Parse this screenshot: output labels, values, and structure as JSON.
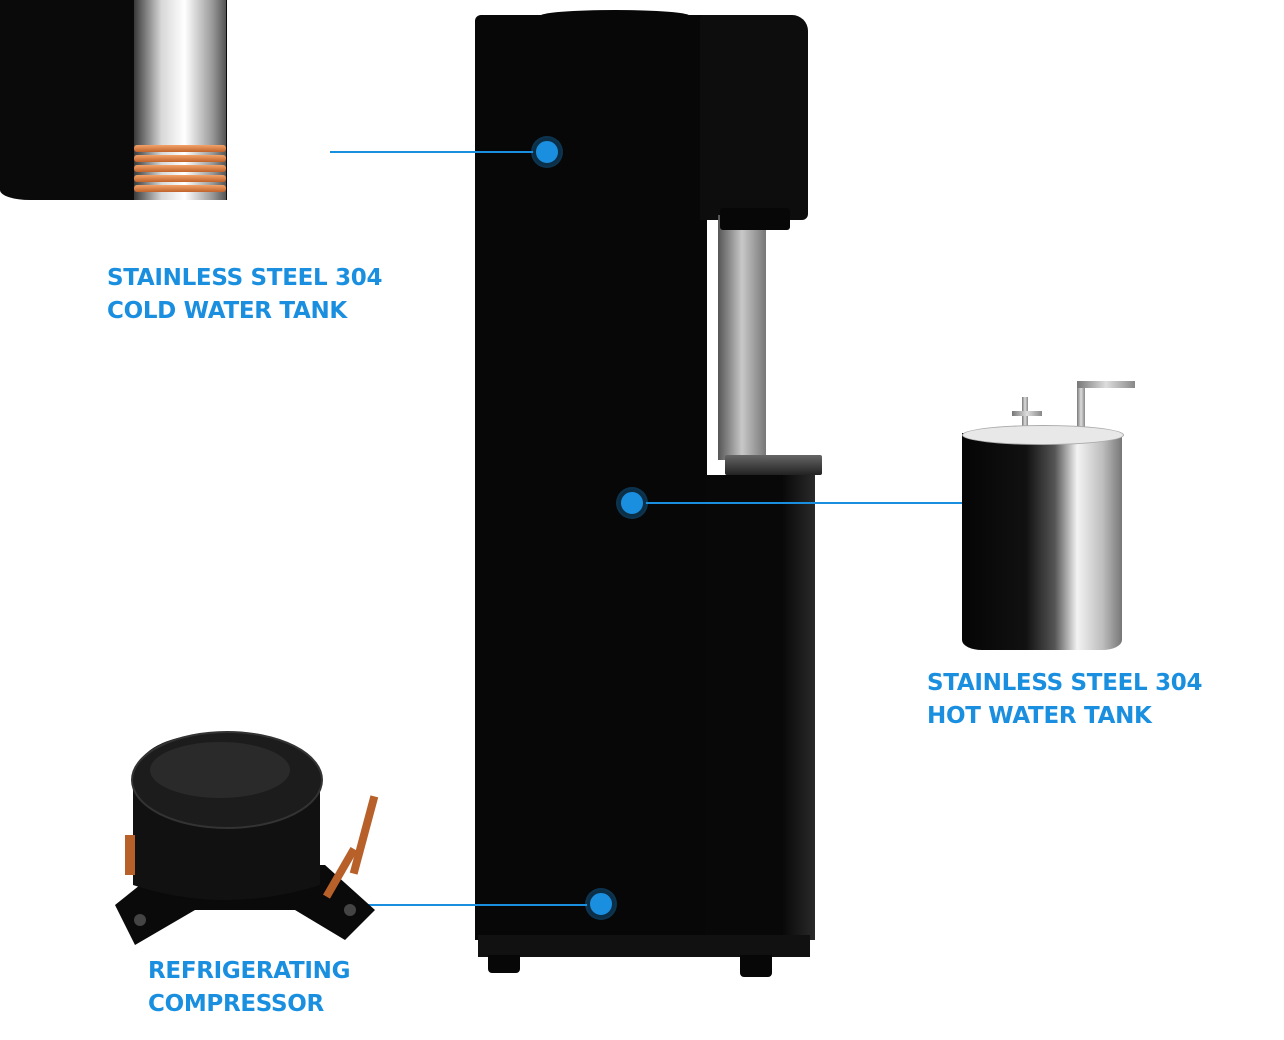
{
  "callouts": {
    "cold_tank": {
      "line1": "STAINLESS STEEL 304",
      "line2": "COLD WATER TANK"
    },
    "hot_tank": {
      "line1": "STAINLESS STEEL 304",
      "line2": "HOT WATER TANK"
    },
    "compressor": {
      "line1": "REFRIGERATING",
      "line2": "COMPRESSOR"
    }
  },
  "colors": {
    "accent": "#1a8fe0",
    "body": "#070707"
  }
}
